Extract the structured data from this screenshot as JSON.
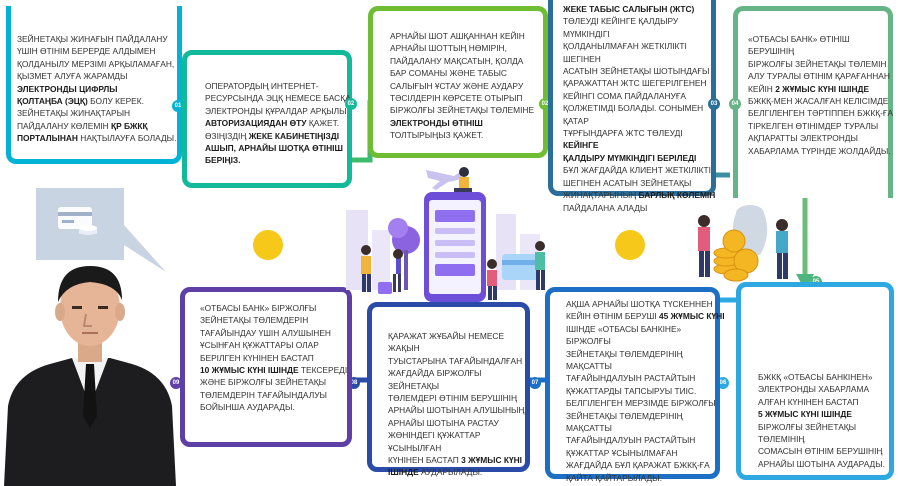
{
  "steps": [
    {
      "num": "01",
      "color": "#00b3d6",
      "lines": [
        [
          {
            "t": "ЗЕЙНЕТАҚЫ ЖИНАҒЫН ПАЙДАЛАНУ"
          }
        ],
        [
          {
            "t": "ҮШІН ӨТІНІМ БЕРЕРДЕ АЛДЫМЕН"
          }
        ],
        [
          {
            "t": "ҚОЛДАНЫЛУ МЕРЗІМІ АРҚЫЛАМАҒАН,"
          }
        ],
        [
          {
            "t": "ҚЫЗМЕТ АЛУҒА ЖАРАМДЫ"
          }
        ],
        [
          {
            "t": "ЭЛЕКТРОНДЫ ЦИФРЛЫ",
            "b": true
          }
        ],
        [
          {
            "t": "ҚОЛТАҢБА (ЭЦҚ)",
            "b": true
          },
          {
            "t": " БОЛУ КЕРЕК."
          }
        ],
        [
          {
            "t": "ЗЕЙНЕТАҚЫ ЖИНАҚТАРЫН"
          }
        ],
        [
          {
            "t": "ПАЙДАЛАНУ КӨЛЕМІН "
          },
          {
            "t": "ҚР БЖКҚ",
            "b": true
          }
        ],
        [
          {
            "t": "ПОРТАЛЫНАН",
            "b": true
          },
          {
            "t": " НАҚТЫЛАУҒА БОЛАДЫ."
          }
        ]
      ]
    },
    {
      "num": "02",
      "color": "#12b99a",
      "lines": [
        [
          {
            "t": "ОПЕРАТОРДЫҢ ИНТЕРНЕТ-"
          }
        ],
        [
          {
            "t": "РЕСУРСЫНДА ЭЦҚ НЕМЕСЕ БАСҚА"
          }
        ],
        [
          {
            "t": "ЭЛЕКТРОНДЫ ҚҰРАЛДАР АРҚЫЛЫ"
          }
        ],
        [
          {
            "t": "АВТОРИЗАЦИЯДАН ӨТУ",
            "b": true
          },
          {
            "t": " ҚАЖЕТ."
          }
        ],
        [
          {
            "t": "ӨЗІҢІЗДІҢ "
          },
          {
            "t": "ЖЕКЕ КАБИНЕТІҢІЗДІ",
            "b": true
          }
        ],
        [
          {
            "t": "АШЫП, АРНАЙЫ ШОТҚА ӨТІНІШ",
            "b": true
          }
        ],
        [
          {
            "t": "БЕРІҢІЗ.",
            "b": true
          }
        ]
      ]
    },
    {
      "num": "02",
      "color": "#6ebd33",
      "lines": [
        [
          {
            "t": "АРНАЙЫ ШОТ АШҚАННАН КЕЙІН"
          }
        ],
        [
          {
            "t": "АРНАЙЫ ШОТТЫҢ НӨМІРІН,"
          }
        ],
        [
          {
            "t": "ПАЙДАЛАНУ МАҚСАТЫН, ҚОЛДА"
          }
        ],
        [
          {
            "t": "БАР СОМАНЫ ЖӘНЕ ТАБЫС"
          }
        ],
        [
          {
            "t": "САЛЫҒЫН ҰСТАУ ЖӘНЕ АУДАРУ"
          }
        ],
        [
          {
            "t": "ТӘСІЛДЕРІН КӨРСЕТЕ ОТЫРЫП"
          }
        ],
        [
          {
            "t": "БІРЖОЛҒЫ ЗЕЙНЕТАҚЫ ТӨЛЕМІНЕ"
          }
        ],
        [
          {
            "t": "ЭЛЕКТРОНДЫ ӨТІНІШ",
            "b": true
          }
        ],
        [
          {
            "t": "ТОЛТЫРЫҢЫЗ ҚАЖЕТ."
          }
        ]
      ]
    },
    {
      "num": "03",
      "color": "#2b6e99",
      "lines": [
        [
          {
            "t": "ЖЕКЕ ТАБЫС САЛЫҒЫН (ЖТС)",
            "b": true
          }
        ],
        [
          {
            "t": "ТӨЛЕУДІ КЕЙІНГЕ ҚАЛДЫРУ МҮМКІНДІГІ"
          }
        ],
        [
          {
            "t": "ҚОЛДАНЫЛМАҒАН ЖЕТКІЛІКТІ ШЕГІНЕН"
          }
        ],
        [
          {
            "t": "АСАТЫН ЗЕЙНЕТАҚЫ ШОТЫНДАҒЫ"
          }
        ],
        [
          {
            "t": "ҚАРАЖАТТАН ЖТС ШЕГЕРІЛГЕНЕН"
          }
        ],
        [
          {
            "t": "КЕЙІНГІ СОМА ПАЙДАЛАНУҒА"
          }
        ],
        [
          {
            "t": "ҚОЛЖЕТІМДІ БОЛАДЫ. СОНЫМЕН ҚАТАР"
          }
        ],
        [
          {
            "t": "ТҰРҒЫНДАРҒА ЖТС ТӨЛЕУДІ "
          },
          {
            "t": "КЕЙІНГЕ",
            "b": true
          }
        ],
        [
          {
            "t": "ҚАЛДЫРУ МҮМКІНДІГІ БЕРІЛЕДІ",
            "b": true
          }
        ],
        [
          {
            "t": "БҰЛ ЖАҒДАЙДА КЛИЕНТ ЖЕТКІЛІКТІ"
          }
        ],
        [
          {
            "t": "ШЕГІНЕН АСАТЫН ЗЕЙНЕТАҚЫ"
          }
        ],
        [
          {
            "t": "ЖИНАҚТАРЫНЫҢ "
          },
          {
            "t": "БАРЛЫҚ КӨЛЕМІН",
            "b": true
          }
        ],
        [
          {
            "t": "ПАЙДАЛАНА АЛАДЫ"
          }
        ]
      ]
    },
    {
      "num": "04",
      "color": "#67b587",
      "lines": [
        [
          {
            "t": "«ОТБАСЫ БАНК» ӨТІНІШ БЕРУШІНІҢ"
          }
        ],
        [
          {
            "t": "БІРЖОЛҒЫ ЗЕЙНЕТАҚЫ ТӨЛЕМІН"
          }
        ],
        [
          {
            "t": "АЛУ ТУРАЛЫ ӨТІНІМ ҚАРАҒАННАН"
          }
        ],
        [
          {
            "t": "КЕЙІН "
          },
          {
            "t": "2 ЖҰМЫС КҮНІ ІШІНДЕ",
            "b": true
          }
        ],
        [
          {
            "t": "БЖКҚ-МЕН ЖАСАЛҒАН КЕЛІСІМДЕ"
          }
        ],
        [
          {
            "t": "БЕЛГІЛЕНГЕН ТӘРТІППЕН БЖКҚ-ҒА"
          }
        ],
        [
          {
            "t": "ТІРКЕЛГЕН ӨТІНІМДЕР ТУРАЛЫ"
          }
        ],
        [
          {
            "t": "АҚПАРАТТЫ ЭЛЕКТРОНДЫ"
          }
        ],
        [
          {
            "t": "ХАБАРЛАМА ТҮРІНДЕ ЖОЛДАЙДЫ."
          }
        ]
      ]
    },
    {
      "num": "06",
      "color": "#2ea8e0",
      "lines": [
        [
          {
            "t": "БЖКҚ «ОТБАСЫ БАНКІНЕН»"
          }
        ],
        [
          {
            "t": "ЭЛЕКТРОНДЫ ХАБАРЛАМА"
          }
        ],
        [
          {
            "t": "АЛҒАН КҮНІНЕН БАСТАП"
          }
        ],
        [
          {
            "t": "5 ЖҰМЫС КҮНІ ІШІНДЕ",
            "b": true
          }
        ],
        [
          {
            "t": "БІРЖОЛҒЫ ЗЕЙНЕТАҚЫ ТӨЛЕМІНІҢ"
          }
        ],
        [
          {
            "t": "СОМАСЫН ӨТІНІМ БЕРУШІНІҢ"
          }
        ],
        [
          {
            "t": "АРНАЙЫ ШОТЫНА АУДАРАДЫ."
          }
        ]
      ]
    },
    {
      "num": "07",
      "color": "#1c6fc4",
      "lines": [
        [
          {
            "t": "АҚША АРНАЙЫ ШОТҚА ТҮСКЕННЕН"
          }
        ],
        [
          {
            "t": "КЕЙІН ӨТІНІМ БЕРУШІ "
          },
          {
            "t": "45 ЖҰМЫС КҮНІ",
            "b": true
          }
        ],
        [
          {
            "t": "ІШІНДЕ «ОТБАСЫ БАНКІНЕ» БІРЖОЛҒЫ"
          }
        ],
        [
          {
            "t": "ЗЕЙНЕТАҚЫ ТӨЛЕМДЕРІНІҢ МАҚСАТТЫ"
          }
        ],
        [
          {
            "t": "ТАҒАЙЫНДАЛУЫН РАСТАЙТЫН"
          }
        ],
        [
          {
            "t": "ҚҰЖАТТАРДЫ ТАПСЫРУЫ ТИІС."
          }
        ],
        [
          {
            "t": "БЕЛГІЛЕНГЕН МЕРЗІМДЕ БІРЖОЛҒЫ"
          }
        ],
        [
          {
            "t": "ЗЕЙНЕТАҚЫ ТӨЛЕМДЕРІНІҢ МАҚСАТТЫ"
          }
        ],
        [
          {
            "t": "ТАҒАЙЫНДАЛУЫН РАСТАЙТЫН"
          }
        ],
        [
          {
            "t": "ҚҰЖАТТАР ҰСЫНЫЛМАҒАН"
          }
        ],
        [
          {
            "t": "ЖАҒДАЙДА БҰЛ ҚАРАЖАТ БЖКҚ-ҒА"
          }
        ],
        [
          {
            "t": "ҚАЙТА ҚАЙТАРЫЛАДЫ."
          }
        ]
      ]
    },
    {
      "num": "08",
      "color": "#2a4ba8",
      "lines": [
        [
          {
            "t": "ҚАРАЖАТ ЖҰБАЙЫ НЕМЕСЕ ЖАҚЫН"
          }
        ],
        [
          {
            "t": "ТУЫСТАРЫНА ТАҒАЙЫНДАЛҒАН"
          }
        ],
        [
          {
            "t": "ЖАҒДАЙДА БІРЖОЛҒЫ ЗЕЙНЕТАҚЫ"
          }
        ],
        [
          {
            "t": "ТӨЛЕМДЕРІ ӨТІНІМ БЕРУШІНІҢ"
          }
        ],
        [
          {
            "t": "АРНАЙЫ ШОТЫНАН АЛУШЫНЫҢ"
          }
        ],
        [
          {
            "t": "АРНАЙЫ ШОТЫНА РАСТАУ"
          }
        ],
        [
          {
            "t": "ЖӨНІНДЕГІ ҚҰЖАТТАР ҰСЫНЫЛҒАН"
          }
        ],
        [
          {
            "t": "КҮНІНЕН БАСТАП "
          },
          {
            "t": "3 ЖҰМЫС КҮНІ",
            "b": true
          }
        ],
        [
          {
            "t": "ІШІНДЕ",
            "b": true
          },
          {
            "t": " АУДАРЫЛАДЫ."
          }
        ]
      ]
    },
    {
      "num": "09",
      "color": "#5e3fa6",
      "lines": [
        [
          {
            "t": "«ОТБАСЫ БАНК» БІРЖОЛҒЫ"
          }
        ],
        [
          {
            "t": "ЗЕЙНЕТАҚЫ ТӨЛЕМДЕРІН"
          }
        ],
        [
          {
            "t": "ТАҒАЙЫНДАУ ҮШІН АЛУШЫНЕН"
          }
        ],
        [
          {
            "t": "ҰСЫНҒАН ҚҰЖАТТАРЫ ОЛАР"
          }
        ],
        [
          {
            "t": "БЕРІЛГЕН КҮНІНЕН БАСТАП"
          }
        ],
        [
          {
            "t": "10 ЖҰМЫС КҮНІ ІШІНДЕ",
            "b": true
          },
          {
            "t": " ТЕКСЕРЕДІ"
          }
        ],
        [
          {
            "t": "ЖӘНЕ БІРЖОЛҒЫ ЗЕЙНЕТАҚЫ"
          }
        ],
        [
          {
            "t": "ТӨЛЕМДЕРІН ТАҒАЙЫНДАЛУЫ"
          }
        ],
        [
          {
            "t": "БОЙЫНША АУДАРАДЫ."
          }
        ]
      ]
    }
  ],
  "connector_labels": {
    "c5": "05"
  },
  "icons": [
    "businessman-illustration",
    "bank-card-icon",
    "mobile-app-illustration",
    "coins-illustration",
    "plane-icon"
  ]
}
